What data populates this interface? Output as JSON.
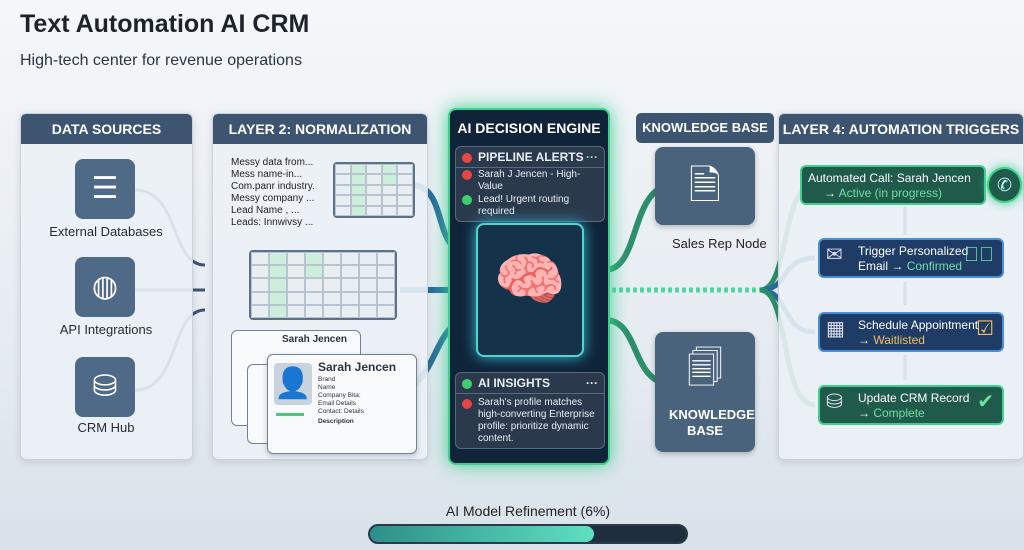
{
  "header": {
    "title": "Text Automation AI CRM",
    "subtitle": "High-tech center for revenue operations"
  },
  "data_sources": {
    "title": "DATA SOURCES",
    "items": [
      {
        "label": "External Databases",
        "icon": "server-icon"
      },
      {
        "label": "API Integrations",
        "icon": "globe-icon"
      },
      {
        "label": "CRM Hub",
        "icon": "database-icon"
      }
    ]
  },
  "normalization": {
    "title": "LAYER 2: NORMALIZATION",
    "messy_lines": [
      "Messy data from...",
      "Mess name-in...",
      "Com.panr industry.",
      "Messy company ...",
      "Lead Name , ...",
      "Leads: Innwivsy ..."
    ],
    "card_back_name": "Sarah Jencen",
    "card": {
      "name": "Sarah Jencen",
      "fields": [
        "Brand",
        "Name",
        "Company Bita:",
        "Email    Details",
        "Contact:  Details"
      ],
      "description_label": "Description"
    }
  },
  "engine": {
    "title": "AI DECISION ENGINE",
    "alerts": {
      "title": "PIPELINE ALERTS",
      "more": "···",
      "lines": [
        {
          "text": "Sarah J Jencen - High-Value",
          "color": "#e84545"
        },
        {
          "text": "Lead! Urgent routing required",
          "color": "#3fcf6e"
        }
      ]
    },
    "insights": {
      "title": "AI INSIGHTS",
      "more": "···",
      "text": "Sarah's profile matches high-converting Enterprise profile: prioritize dynamic content."
    }
  },
  "knowledge": {
    "title": "KNOWLEDGE BASE",
    "node_label": "Sales Rep Node",
    "card_label": "KNOWLEDGE BASE"
  },
  "triggers": {
    "title": "LAYER 4: AUTOMATION TRIGGERS",
    "items": [
      {
        "line1": "Automated Call: Sarah Jencen",
        "status": "Active (in progress)",
        "status_color": "#6fe0a0",
        "style": "g",
        "icon": "phone-icon"
      },
      {
        "line1": "Trigger Personalized",
        "line2_prefix": "Email",
        "status": "Confirmed",
        "status_color": "#6fe0a0",
        "style": "b",
        "icon": "email-icon",
        "end_icon": "check-circle-icon"
      },
      {
        "line1": "Schedule Appointment",
        "status": "Waitlisted",
        "status_color": "#f0c060",
        "style": "b",
        "icon": "calendar-icon",
        "end_icon": "calendar-check-icon"
      },
      {
        "line1": "Update CRM Record",
        "status": "Complete",
        "status_color": "#6fe0a0",
        "style": "g",
        "icon": "database-edit-icon",
        "end_icon": "check-icon"
      }
    ]
  },
  "progress": {
    "label": "AI Model Refinement (6%)",
    "fill_fraction": 0.71
  }
}
